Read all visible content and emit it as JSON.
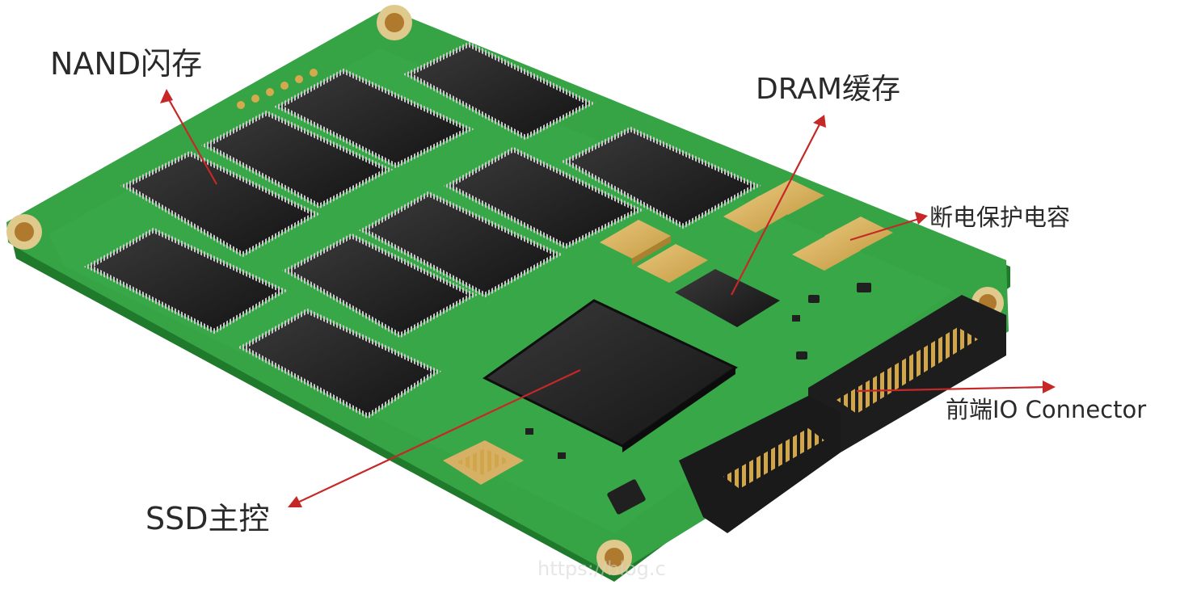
{
  "photo": {
    "subject": "ssd-circuit-board",
    "colors": {
      "pcb": "#2f9a3f",
      "pcb_dark": "#1f7a2c",
      "chip": "#1e1e1e",
      "capacitor": "#d8b462",
      "gold": "#c99a3c",
      "arrow": "#c62828"
    }
  },
  "labels": {
    "nand": "NAND闪存",
    "dram": "DRAM缓存",
    "capacitor": "断电保护电容",
    "io_connector": "前端IO Connector",
    "controller": "SSD主控"
  },
  "watermark": "https://blog.c"
}
